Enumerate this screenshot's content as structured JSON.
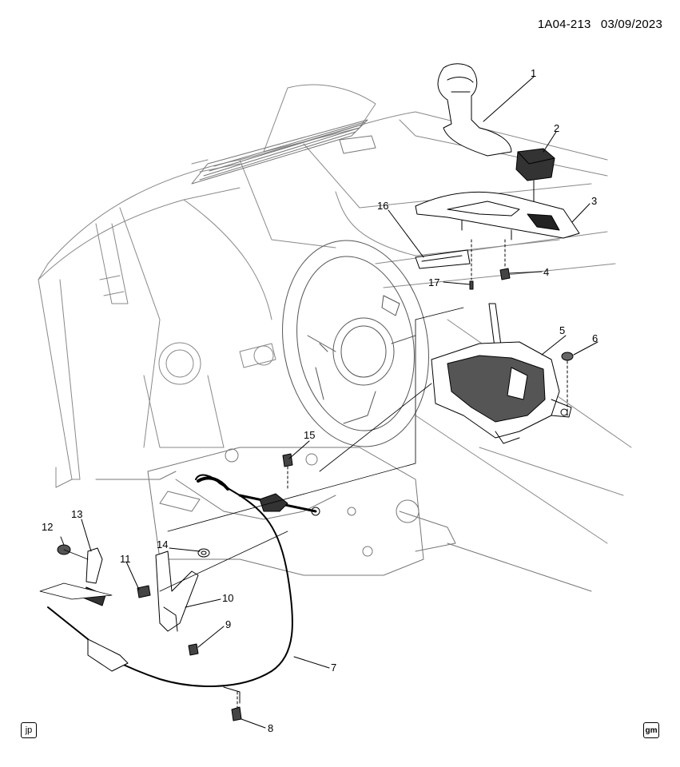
{
  "header": {
    "diagram_code": "1A04-213",
    "date": "03/09/2023"
  },
  "callouts": [
    "1",
    "2",
    "3",
    "4",
    "5",
    "6",
    "7",
    "8",
    "9",
    "10",
    "11",
    "12",
    "13",
    "14",
    "15",
    "16",
    "17"
  ],
  "footer": {
    "left_badge": "jp",
    "right_badge": "gm"
  }
}
